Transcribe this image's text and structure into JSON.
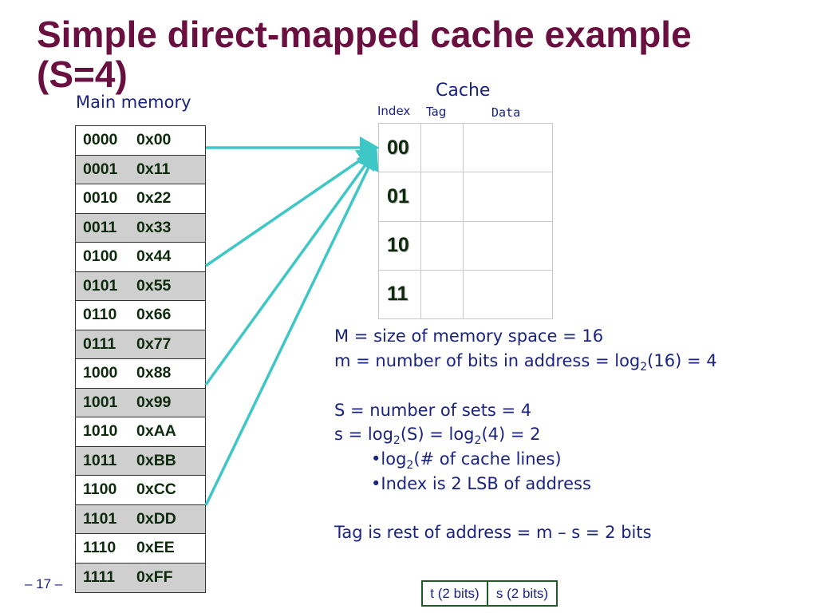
{
  "title": "Simple direct-mapped cache example (S=4)",
  "main_memory": {
    "label": "Main memory",
    "rows": [
      {
        "addr": "0000",
        "value": "0x00"
      },
      {
        "addr": "0001",
        "value": "0x11"
      },
      {
        "addr": "0010",
        "value": "0x22"
      },
      {
        "addr": "0011",
        "value": "0x33"
      },
      {
        "addr": "0100",
        "value": "0x44"
      },
      {
        "addr": "0101",
        "value": "0x55"
      },
      {
        "addr": "0110",
        "value": "0x66"
      },
      {
        "addr": "0111",
        "value": "0x77"
      },
      {
        "addr": "1000",
        "value": "0x88"
      },
      {
        "addr": "1001",
        "value": "0x99"
      },
      {
        "addr": "1010",
        "value": "0xAA"
      },
      {
        "addr": "1011",
        "value": "0xBB"
      },
      {
        "addr": "1100",
        "value": "0xCC"
      },
      {
        "addr": "1101",
        "value": "0xDD"
      },
      {
        "addr": "1110",
        "value": "0xEE"
      },
      {
        "addr": "1111",
        "value": "0xFF"
      }
    ]
  },
  "cache": {
    "title": "Cache",
    "columns": {
      "index": "Index",
      "tag": "Tag",
      "data": "Data"
    },
    "indexes": [
      "00",
      "01",
      "10",
      "11"
    ]
  },
  "info": {
    "line1": "M =  size of memory space = 16",
    "line2_pre": "m = number of bits in address = log",
    "line2_sub": "2",
    "line2_post": "(16) = 4",
    "line3": "S = number of sets = 4",
    "line4_a": "s = log",
    "line4_sub1": "2",
    "line4_b": "(S) = log",
    "line4_sub2": "2",
    "line4_c": "(4) = 2",
    "bullet1_pre": "•log",
    "bullet1_sub": "2",
    "bullet1_post": "(# of cache lines)",
    "bullet2": "•Index is 2 LSB of address",
    "line5": "Tag is rest of address = m – s = 2 bits"
  },
  "address_fields": {
    "tag": "t (2 bits)",
    "index": "s (2 bits)"
  },
  "page_number": "– 17 –",
  "colors": {
    "title": "#6a1040",
    "text": "#1a237e",
    "arrow": "#3fc6c6",
    "box_border": "#1d5c22"
  }
}
